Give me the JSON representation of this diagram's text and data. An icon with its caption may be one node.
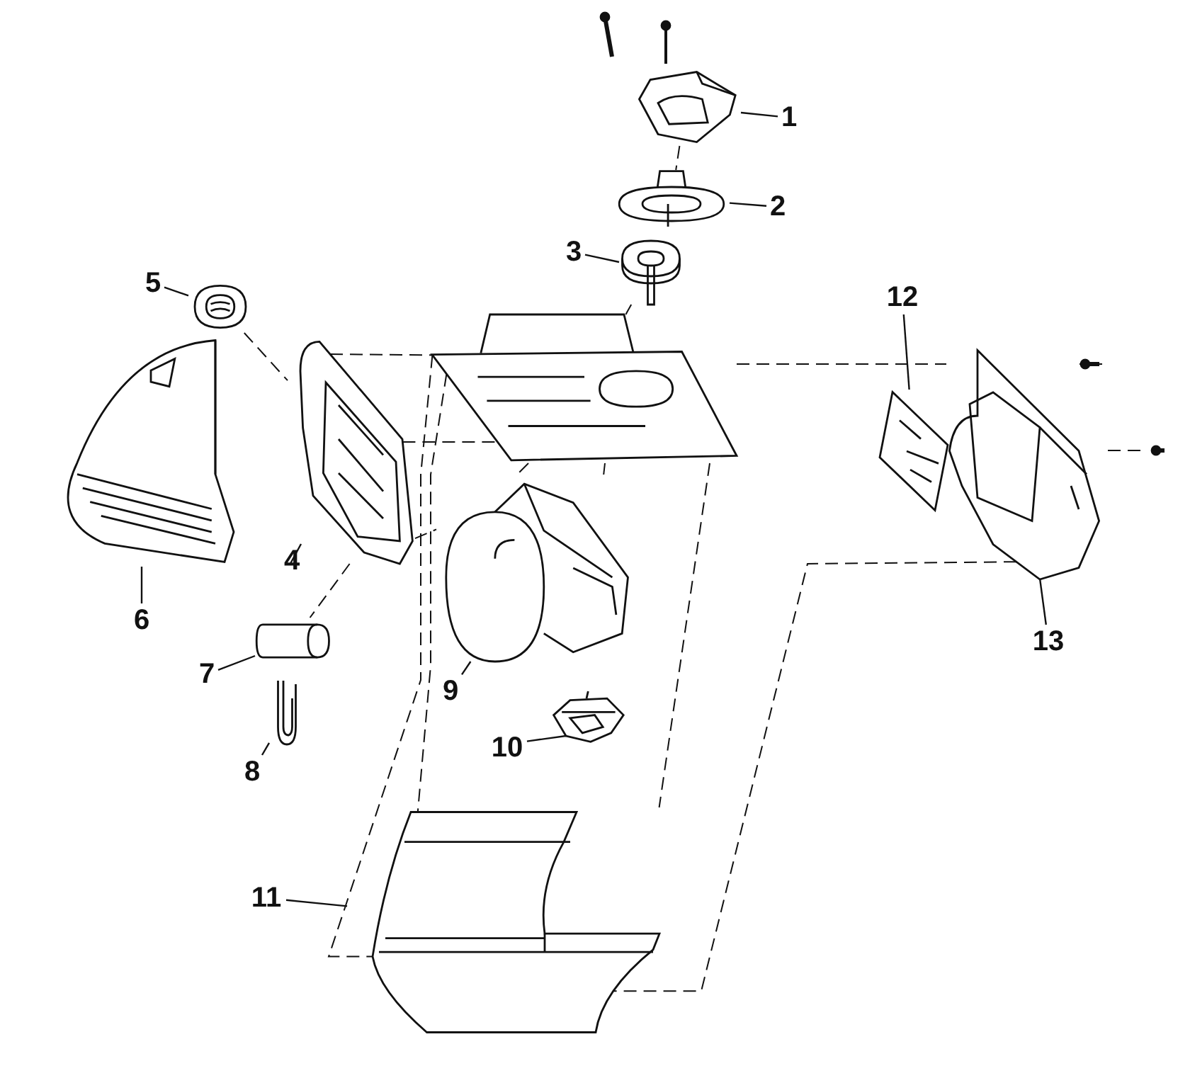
{
  "diagram": {
    "nodes": [
      {
        "text": [
          "1"
        ]
      },
      {
        "text": [
          "2"
        ]
      },
      {
        "text": [
          "3"
        ]
      },
      {
        "text": [
          "4"
        ]
      },
      {
        "text": [
          "5"
        ]
      },
      {
        "text": [
          "6"
        ]
      },
      {
        "text": [
          "7"
        ]
      },
      {
        "text": [
          "8"
        ]
      },
      {
        "text": [
          "9"
        ]
      },
      {
        "text": [
          "10"
        ]
      },
      {
        "text": [
          "11"
        ]
      },
      {
        "text": [
          "12"
        ]
      },
      {
        "text": [
          "13"
        ]
      },
      {
        "text": [],
        "shape": "picture"
      },
      {
        "text": [],
        "shape": "picture"
      },
      {
        "text": [],
        "shape": "picture"
      },
      {
        "text": [],
        "shape": "picture"
      },
      {
        "text": [],
        "shape": "picture"
      },
      {
        "text": [],
        "shape": "picture"
      },
      {
        "text": [],
        "shape": "picture"
      },
      {
        "text": [],
        "shape": "picture"
      },
      {
        "text": [],
        "shape": "picture"
      },
      {
        "text": [],
        "shape": "picture"
      },
      {
        "text": [],
        "shape": "picture"
      },
      {
        "text": [],
        "shape": "picture"
      },
      {
        "text": [],
        "shape": "picture"
      },
      {
        "text": [],
        "shape": "picture"
      }
    ],
    "edges": [
      {
        "from": 0,
        "to": 13,
        "arrow": "none"
      },
      {
        "from": 1,
        "to": 14,
        "arrow": "none"
      },
      {
        "from": 2,
        "to": 15,
        "arrow": "none"
      },
      {
        "from": 3,
        "to": 16,
        "arrow": "none"
      },
      {
        "from": 4,
        "to": 17,
        "arrow": "none"
      },
      {
        "from": 5,
        "to": 18,
        "arrow": "none"
      },
      {
        "from": 6,
        "to": 19,
        "arrow": "none"
      },
      {
        "from": 7,
        "to": 20,
        "arrow": "none"
      },
      {
        "from": 8,
        "to": 21,
        "arrow": "none"
      },
      {
        "from": 9,
        "to": 22,
        "arrow": "none"
      },
      {
        "from": 10,
        "to": 23,
        "arrow": "none"
      },
      {
        "from": 11,
        "to": 24,
        "arrow": "none"
      },
      {
        "from": 12,
        "to": 25,
        "arrow": "none"
      },
      {
        "from": 13,
        "to": 14,
        "arrow": "none",
        "style": "dashed"
      },
      {
        "from": 15,
        "to": 26,
        "arrow": "none",
        "style": "dashed"
      },
      {
        "from": 17,
        "to": 16,
        "arrow": "none",
        "style": "dashed"
      },
      {
        "from": 16,
        "to": 26,
        "arrow": "none",
        "style": "dashed"
      },
      {
        "from": 16,
        "to": 26,
        "arrow": "none",
        "style": "dashed"
      },
      {
        "from": 26,
        "to": 25,
        "arrow": "none",
        "style": "dashed"
      },
      {
        "from": 26,
        "to": 21,
        "arrow": "none",
        "style": "dashed"
      },
      {
        "from": 26,
        "to": 21,
        "arrow": "none",
        "style": "dashed"
      },
      {
        "from": 16,
        "to": 21,
        "arrow": "none",
        "style": "dashed"
      },
      {
        "from": 16,
        "to": 19,
        "arrow": "none",
        "style": "dashed"
      },
      {
        "from": 26,
        "to": 23,
        "arrow": "none",
        "style": "dashed"
      },
      {
        "from": 26,
        "to": 23,
        "arrow": "none",
        "style": "dashed"
      },
      {
        "from": 26,
        "to": 23,
        "arrow": "none",
        "style": "dashed"
      },
      {
        "from": 25,
        "to": 23,
        "arrow": "none",
        "style": "dashed"
      }
    ]
  }
}
